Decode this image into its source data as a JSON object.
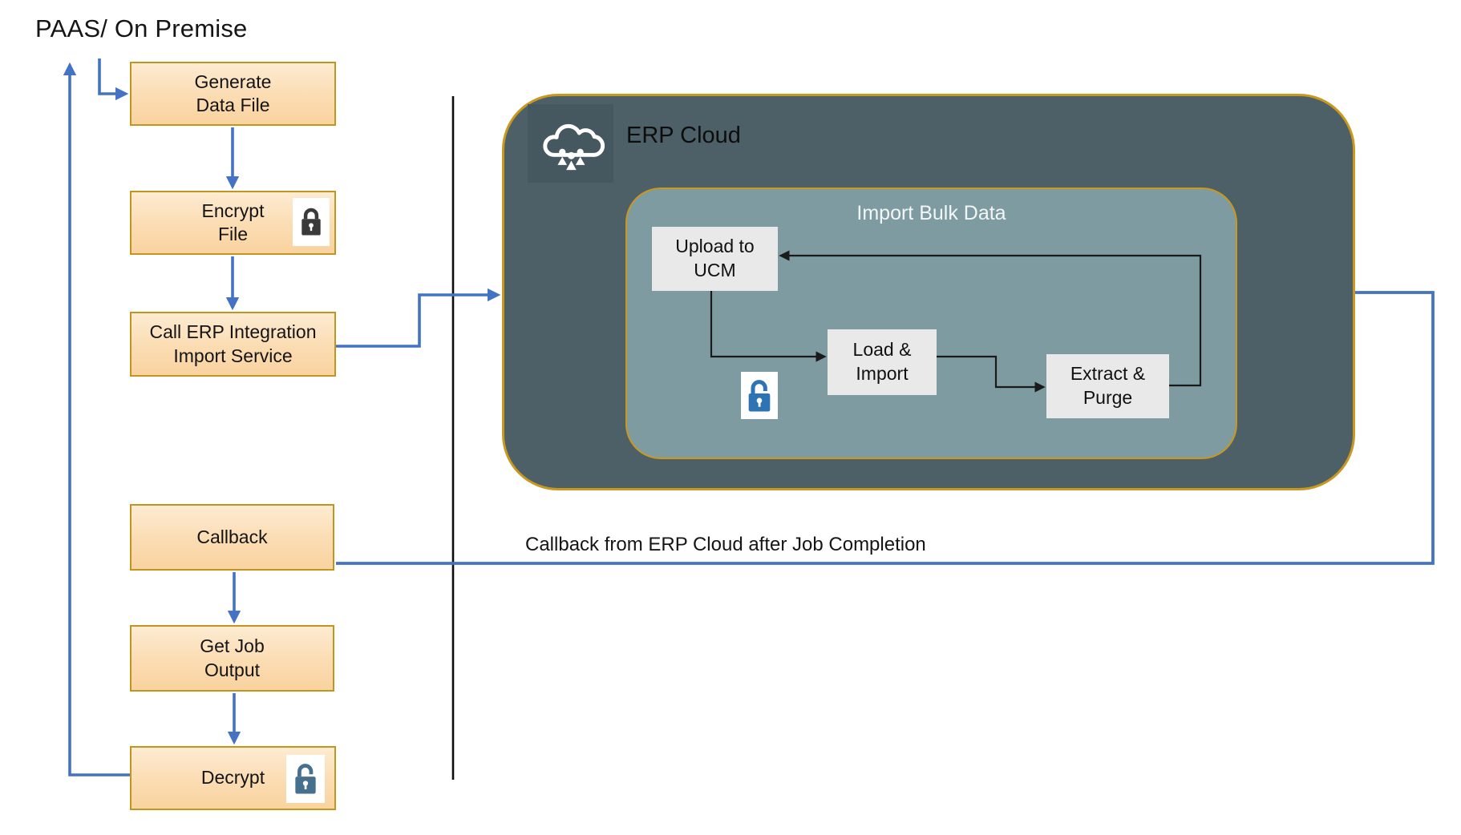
{
  "title": "PAAS/ On Premise",
  "left_flow": {
    "boxes": [
      {
        "label": "Generate\nData File"
      },
      {
        "label": "Encrypt\nFile",
        "icon": "lock-closed-icon"
      },
      {
        "label": "Call ERP Integration\nImport Service"
      },
      {
        "label": "Callback"
      },
      {
        "label": "Get Job\nOutput"
      },
      {
        "label": "Decrypt",
        "icon": "lock-open-icon"
      }
    ]
  },
  "erp_cloud": {
    "label": "ERP Cloud",
    "icon": "cloud-users-icon",
    "import_bulk_data": {
      "title": "Import Bulk Data",
      "boxes": [
        {
          "label": "Upload to\nUCM"
        },
        {
          "label": "Load &\nImport"
        },
        {
          "label": "Extract &\nPurge"
        }
      ],
      "icon": "lock-open-blue-icon"
    }
  },
  "annotations": {
    "callback_note": "Callback from ERP Cloud after Job Completion"
  },
  "colors": {
    "arrow_blue": "#4472C4",
    "connector_black": "#1A1A1A",
    "gold_border": "#C9981F",
    "erp_cloud_fill": "#4D6067",
    "import_panel_fill": "#7E9BA1",
    "process_box_fill_top": "#FDEBD2",
    "process_box_fill_bottom": "#F9D3A0",
    "process_box_border": "#C0961E",
    "step_box_fill": "#E9E9E9",
    "lock_closed": "#3A3A3A",
    "lock_open_blue": "#2E74B5",
    "lock_open_slate": "#47708E"
  }
}
